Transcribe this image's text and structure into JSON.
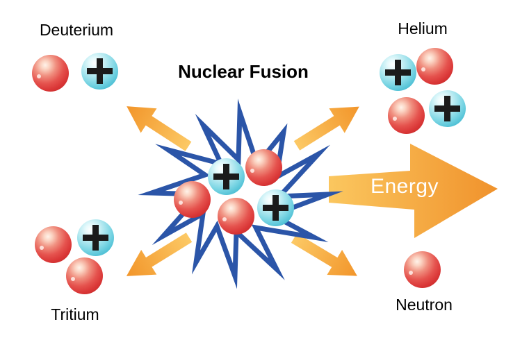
{
  "title": "Nuclear Fusion",
  "labels": {
    "deuterium": "Deuterium",
    "tritium": "Tritium",
    "helium": "Helium",
    "neutron": "Neutron",
    "energy": "Energy"
  },
  "composition": {
    "deuterium": {
      "protons": 1,
      "neutrons": 1
    },
    "tritium": {
      "protons": 1,
      "neutrons": 2
    },
    "fusion_core": {
      "protons": 2,
      "neutrons": 3
    },
    "helium": {
      "protons": 2,
      "neutrons": 2
    },
    "neutron": {
      "protons": 0,
      "neutrons": 1
    }
  },
  "icons": {
    "proton": "cyan-sphere-with-plus",
    "neutron": "red-sphere",
    "burst": "blue-spiky-explosion",
    "energy_arrow": "large-right-arrow",
    "small_arrows": [
      "up-left",
      "up-right",
      "down-left",
      "down-right"
    ]
  },
  "colors": {
    "background": "#ffffff",
    "neutron_sphere": "#da3737",
    "proton_sphere": "#5fcbdd",
    "plus_sign": "#1b1b1b",
    "burst_outline": "#2b55a8",
    "arrow_gradient_light": "#fcc965",
    "arrow_gradient_dark": "#f2952a",
    "label_text": "#000000",
    "energy_text": "#ffffff"
  }
}
